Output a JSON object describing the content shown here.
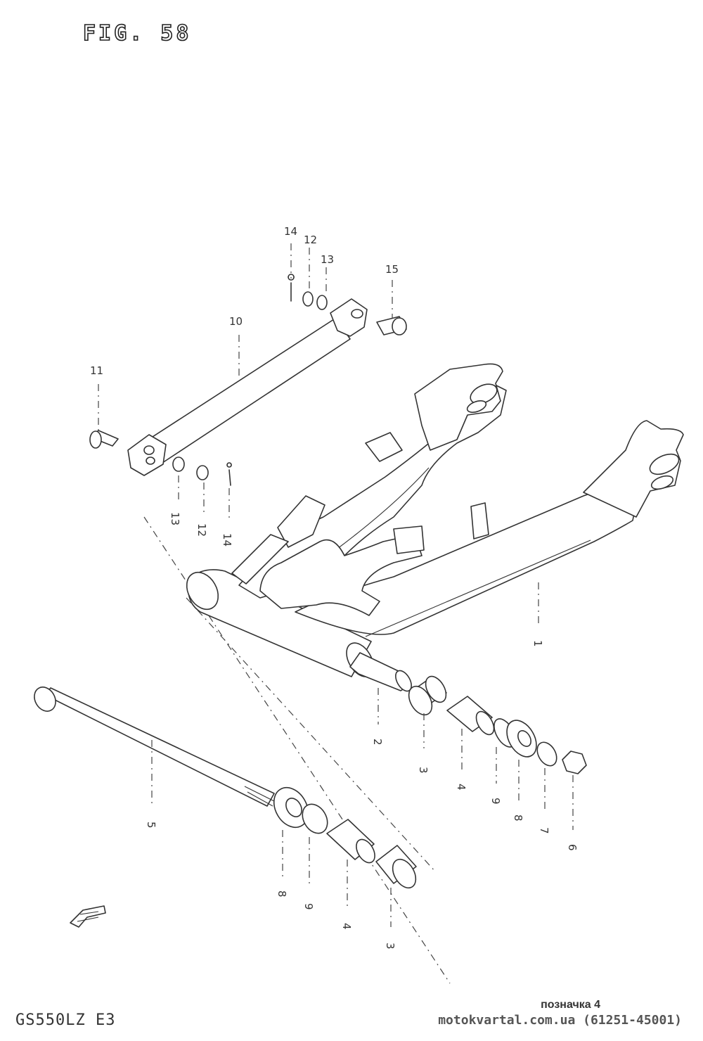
{
  "figure_title": "FIG. 58",
  "model_code": "GS550LZ E3",
  "note_label": "позначка 4",
  "site_ref": "motokvartal.com.ua (61251-45001)",
  "callouts": [
    {
      "id": "1",
      "label": "1"
    },
    {
      "id": "2",
      "label": "2"
    },
    {
      "id": "3a",
      "label": "3"
    },
    {
      "id": "4a",
      "label": "4"
    },
    {
      "id": "9a",
      "label": "9"
    },
    {
      "id": "8a",
      "label": "8"
    },
    {
      "id": "7",
      "label": "7"
    },
    {
      "id": "6",
      "label": "6"
    },
    {
      "id": "5",
      "label": "5"
    },
    {
      "id": "8b",
      "label": "8"
    },
    {
      "id": "9b",
      "label": "9"
    },
    {
      "id": "4b",
      "label": "4"
    },
    {
      "id": "3b",
      "label": "3"
    },
    {
      "id": "10",
      "label": "10"
    },
    {
      "id": "11",
      "label": "11"
    },
    {
      "id": "12a",
      "label": "12"
    },
    {
      "id": "13a",
      "label": "13"
    },
    {
      "id": "14a",
      "label": "14"
    },
    {
      "id": "15",
      "label": "15"
    },
    {
      "id": "13b",
      "label": "13"
    },
    {
      "id": "12b",
      "label": "12"
    },
    {
      "id": "14b",
      "label": "14"
    }
  ]
}
